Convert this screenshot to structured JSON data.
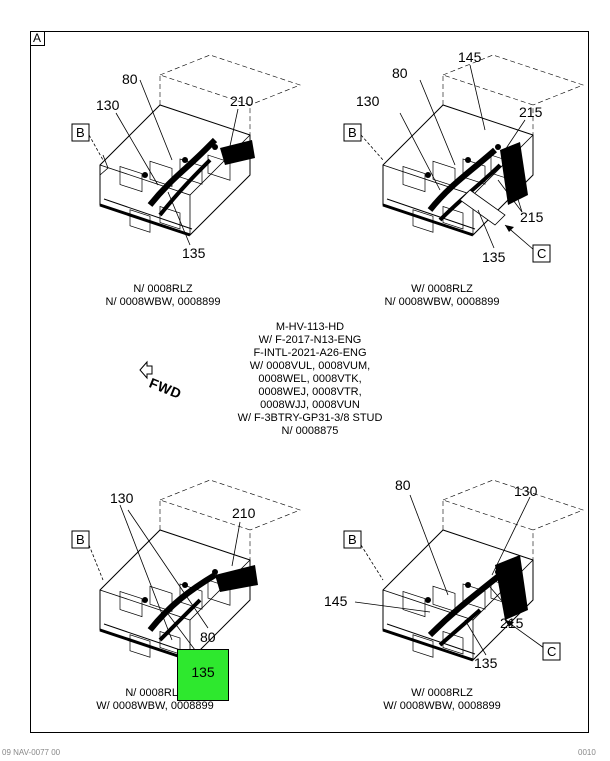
{
  "frame_label": "A",
  "fwd_label": "FWD",
  "conditions": [
    "M-HV-113-HD",
    "W/ F-2017-N13-ENG",
    "F-INTL-2021-A26-ENG",
    "W/ 0008VUL, 0008VUM,",
    "0008WEL, 0008VTK,",
    "0008WEJ, 0008VTR,",
    "0008WJJ, 0008VUN",
    "W/ F-3BTRY-GP31-3/8 STUD",
    "N/ 0008875"
  ],
  "views": {
    "top_left": {
      "caption_1": "N/ 0008RLZ",
      "caption_2": "N/ 0008WBW, 0008899",
      "box_b": "B",
      "callout_80": "80",
      "callout_130": "130",
      "callout_210": "210",
      "callout_135": "135"
    },
    "top_right": {
      "caption_1": "W/ 0008RLZ",
      "caption_2": "N/ 0008WBW, 0008899",
      "box_b": "B",
      "box_c": "C",
      "callout_80": "80",
      "callout_130": "130",
      "callout_145": "145",
      "callout_215_a": "215",
      "callout_215_b": "215",
      "callout_135": "135"
    },
    "bottom_left": {
      "caption_1": "N/ 0008RLZ",
      "caption_2": "W/ 0008WBW, 0008899",
      "box_b": "B",
      "callout_130": "130",
      "callout_210": "210",
      "callout_80": "80",
      "callout_135": "135",
      "highlight_color": "#2ee82e"
    },
    "bottom_right": {
      "caption_1": "W/ 0008RLZ",
      "caption_2": "W/ 0008WBW, 0008899",
      "box_b": "B",
      "box_c": "C",
      "callout_80": "80",
      "callout_130": "130",
      "callout_145": "145",
      "callout_215": "215",
      "callout_135": "135"
    }
  },
  "footer": {
    "left": "09 NAV-0077 00",
    "right": "0010"
  }
}
